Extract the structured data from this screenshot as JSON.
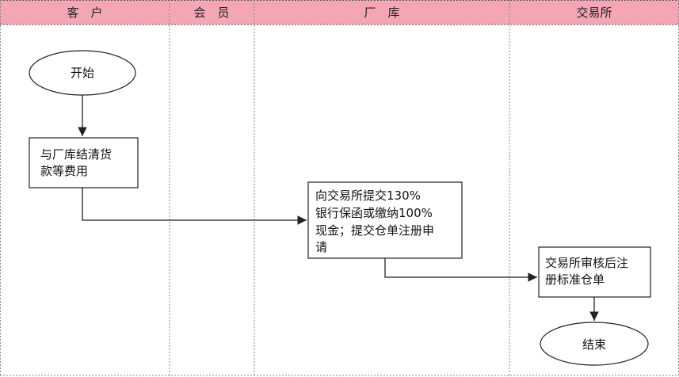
{
  "lanes": [
    {
      "label": "客　户"
    },
    {
      "label": "会　员"
    },
    {
      "label": "厂　库"
    },
    {
      "label": "交易所"
    }
  ],
  "nodes": {
    "start": "开始",
    "pay": [
      "与厂库结清货",
      "款等费用"
    ],
    "submit": [
      "向交易所提交130%",
      "银行保函或缴纳100%",
      "现金；提交仓单注册申",
      "请"
    ],
    "review": [
      "交易所审核后注",
      "册标准仓单"
    ],
    "end": "结束"
  },
  "colors": {
    "header_fill": "#f4a6b4",
    "line": "#222222",
    "lane_divider": "#888888"
  }
}
